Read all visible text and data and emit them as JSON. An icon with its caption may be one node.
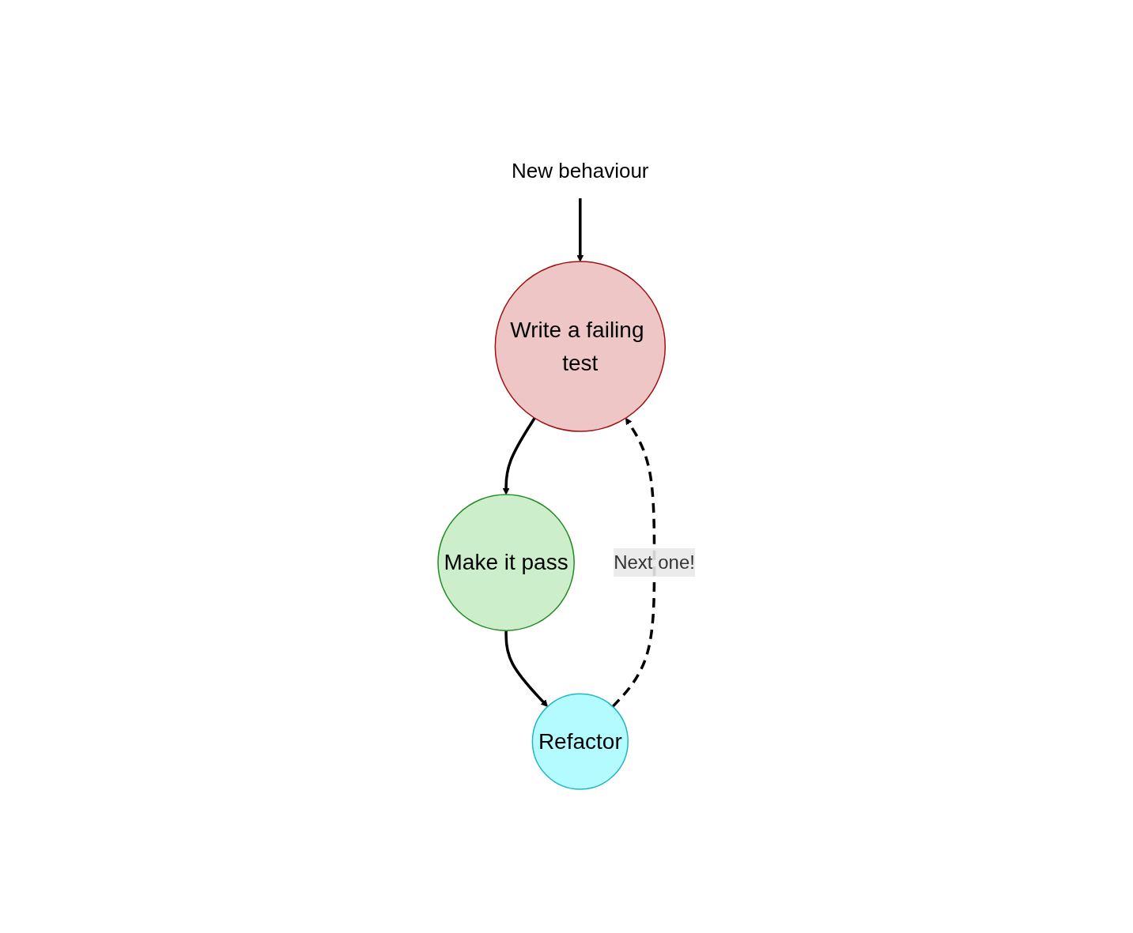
{
  "diagram": {
    "nodes": [
      {
        "text": [
          "New behaviour"
        ]
      },
      {
        "text": [
          "Write a failing test"
        ]
      },
      {
        "text": [
          "Make it pass"
        ]
      },
      {
        "text": [
          "Refactor"
        ]
      }
    ],
    "edges": [
      {
        "from": 0,
        "to": 1,
        "arrow": "to"
      },
      {
        "from": 1,
        "to": 2,
        "arrow": "to"
      },
      {
        "from": 2,
        "to": 3,
        "arrow": "to"
      },
      {
        "from": 3,
        "to": 1,
        "arrow": "to",
        "label": "Next one!",
        "style": "dashed"
      }
    ]
  }
}
